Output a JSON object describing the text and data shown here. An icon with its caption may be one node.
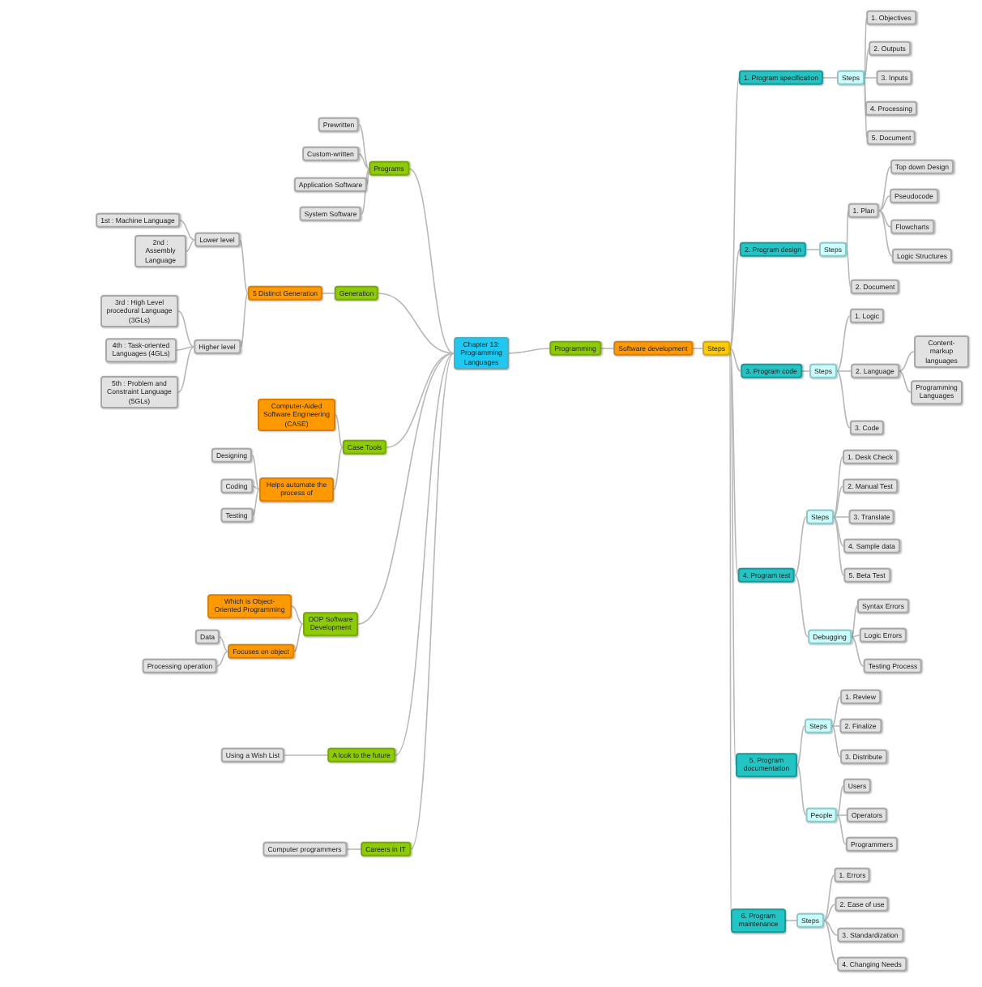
{
  "diagram": {
    "nodes": [
      {
        "text": [
          "Chapter 13: Programming Languages"
        ]
      },
      {
        "text": [
          "Programming"
        ]
      },
      {
        "text": [
          "Software development"
        ]
      },
      {
        "text": [
          "Steps"
        ]
      },
      {
        "text": [
          "1. Program specification"
        ]
      },
      {
        "text": [
          "Steps"
        ]
      },
      {
        "text": [
          "1. Objectives"
        ]
      },
      {
        "text": [
          "2. Outputs"
        ]
      },
      {
        "text": [
          "3. Inputs"
        ]
      },
      {
        "text": [
          "4. Processing"
        ]
      },
      {
        "text": [
          "5. Document"
        ]
      },
      {
        "text": [
          "2. Program design"
        ]
      },
      {
        "text": [
          "Steps"
        ]
      },
      {
        "text": [
          "1. Plan"
        ]
      },
      {
        "text": [
          "Top down Design"
        ]
      },
      {
        "text": [
          "Pseudocode"
        ]
      },
      {
        "text": [
          "Flowcharts"
        ]
      },
      {
        "text": [
          "Logic Structures"
        ]
      },
      {
        "text": [
          "2. Document"
        ]
      },
      {
        "text": [
          "3. Program code"
        ]
      },
      {
        "text": [
          "Steps"
        ]
      },
      {
        "text": [
          "1. Logic"
        ]
      },
      {
        "text": [
          "2. Language"
        ]
      },
      {
        "text": [
          "Content-markup languages"
        ]
      },
      {
        "text": [
          "Programming Languages"
        ]
      },
      {
        "text": [
          "3. Code"
        ]
      },
      {
        "text": [
          "4. Program test"
        ]
      },
      {
        "text": [
          "Steps"
        ]
      },
      {
        "text": [
          "1. Desk Check"
        ]
      },
      {
        "text": [
          "2. Manual Test"
        ]
      },
      {
        "text": [
          "3. Translate"
        ]
      },
      {
        "text": [
          "4. Sample data"
        ]
      },
      {
        "text": [
          "5. Beta Test"
        ]
      },
      {
        "text": [
          "Debugging"
        ]
      },
      {
        "text": [
          "Syntax Errors"
        ]
      },
      {
        "text": [
          "Logic Errors"
        ]
      },
      {
        "text": [
          "Testing Process"
        ]
      },
      {
        "text": [
          "5. Program documentation"
        ]
      },
      {
        "text": [
          "Steps"
        ]
      },
      {
        "text": [
          "1. Review"
        ]
      },
      {
        "text": [
          "2. Finalize"
        ]
      },
      {
        "text": [
          "3. Distribute"
        ]
      },
      {
        "text": [
          "People"
        ]
      },
      {
        "text": [
          "Users"
        ]
      },
      {
        "text": [
          "Operators"
        ]
      },
      {
        "text": [
          "Programmers"
        ]
      },
      {
        "text": [
          "6. Program maintenance"
        ]
      },
      {
        "text": [
          "Steps"
        ]
      },
      {
        "text": [
          "1. Errors"
        ]
      },
      {
        "text": [
          "2. Ease of use"
        ]
      },
      {
        "text": [
          "3. Standardization"
        ]
      },
      {
        "text": [
          "4. Changing Needs"
        ]
      },
      {
        "text": [
          "Programs"
        ]
      },
      {
        "text": [
          "Prewritten"
        ]
      },
      {
        "text": [
          "Custom-written"
        ]
      },
      {
        "text": [
          "Application Software"
        ]
      },
      {
        "text": [
          "System Software"
        ]
      },
      {
        "text": [
          "Generation"
        ]
      },
      {
        "text": [
          "5 Distinct Generation"
        ]
      },
      {
        "text": [
          "Lower level"
        ]
      },
      {
        "text": [
          "1st : Machine Language"
        ]
      },
      {
        "text": [
          "2nd : Assembly Language"
        ]
      },
      {
        "text": [
          "Higher level"
        ]
      },
      {
        "text": [
          "3rd : High Level procedural Language (3GLs)"
        ]
      },
      {
        "text": [
          "4th : Task-oriented Languages (4GLs)"
        ]
      },
      {
        "text": [
          "5th : Problem and Constraint Language (5GLs)"
        ]
      },
      {
        "text": [
          "Case Tools"
        ]
      },
      {
        "text": [
          "Computer-Aided Software Engineering (CASE)"
        ]
      },
      {
        "text": [
          "Helps automate the process of"
        ]
      },
      {
        "text": [
          "Designing"
        ]
      },
      {
        "text": [
          "Coding"
        ]
      },
      {
        "text": [
          "Testing"
        ]
      },
      {
        "text": [
          "OOP Software Development"
        ]
      },
      {
        "text": [
          "Which is Object-Oriented Programming"
        ]
      },
      {
        "text": [
          "Focuses on object"
        ]
      },
      {
        "text": [
          "Data"
        ]
      },
      {
        "text": [
          "Processing operation"
        ]
      },
      {
        "text": [
          "A look to the future"
        ]
      },
      {
        "text": [
          "Using a Wish List"
        ]
      },
      {
        "text": [
          "Careers in IT"
        ]
      },
      {
        "text": [
          "Computer programmers"
        ]
      }
    ],
    "edges": [
      {
        "from": 0,
        "to": 1,
        "arrow": "none"
      },
      {
        "from": 1,
        "to": 2,
        "arrow": "none"
      },
      {
        "from": 2,
        "to": 3,
        "arrow": "none"
      },
      {
        "from": 3,
        "to": 4,
        "arrow": "none"
      },
      {
        "from": 4,
        "to": 5,
        "arrow": "none"
      },
      {
        "from": 5,
        "to": 6,
        "arrow": "none"
      },
      {
        "from": 5,
        "to": 7,
        "arrow": "none"
      },
      {
        "from": 5,
        "to": 8,
        "arrow": "none"
      },
      {
        "from": 5,
        "to": 9,
        "arrow": "none"
      },
      {
        "from": 5,
        "to": 10,
        "arrow": "none"
      },
      {
        "from": 3,
        "to": 11,
        "arrow": "none"
      },
      {
        "from": 11,
        "to": 12,
        "arrow": "none"
      },
      {
        "from": 12,
        "to": 13,
        "arrow": "none"
      },
      {
        "from": 13,
        "to": 14,
        "arrow": "none"
      },
      {
        "from": 13,
        "to": 15,
        "arrow": "none"
      },
      {
        "from": 13,
        "to": 16,
        "arrow": "none"
      },
      {
        "from": 13,
        "to": 17,
        "arrow": "none"
      },
      {
        "from": 12,
        "to": 18,
        "arrow": "none"
      },
      {
        "from": 3,
        "to": 19,
        "arrow": "none"
      },
      {
        "from": 19,
        "to": 20,
        "arrow": "none"
      },
      {
        "from": 20,
        "to": 21,
        "arrow": "none"
      },
      {
        "from": 20,
        "to": 22,
        "arrow": "none"
      },
      {
        "from": 22,
        "to": 23,
        "arrow": "none"
      },
      {
        "from": 22,
        "to": 24,
        "arrow": "none"
      },
      {
        "from": 20,
        "to": 25,
        "arrow": "none"
      },
      {
        "from": 3,
        "to": 26,
        "arrow": "none"
      },
      {
        "from": 26,
        "to": 27,
        "arrow": "none"
      },
      {
        "from": 27,
        "to": 28,
        "arrow": "none"
      },
      {
        "from": 27,
        "to": 29,
        "arrow": "none"
      },
      {
        "from": 27,
        "to": 30,
        "arrow": "none"
      },
      {
        "from": 27,
        "to": 31,
        "arrow": "none"
      },
      {
        "from": 27,
        "to": 32,
        "arrow": "none"
      },
      {
        "from": 26,
        "to": 33,
        "arrow": "none"
      },
      {
        "from": 33,
        "to": 34,
        "arrow": "none"
      },
      {
        "from": 33,
        "to": 35,
        "arrow": "none"
      },
      {
        "from": 33,
        "to": 36,
        "arrow": "none"
      },
      {
        "from": 3,
        "to": 37,
        "arrow": "none"
      },
      {
        "from": 37,
        "to": 38,
        "arrow": "none"
      },
      {
        "from": 38,
        "to": 39,
        "arrow": "none"
      },
      {
        "from": 38,
        "to": 40,
        "arrow": "none"
      },
      {
        "from": 38,
        "to": 41,
        "arrow": "none"
      },
      {
        "from": 37,
        "to": 42,
        "arrow": "none"
      },
      {
        "from": 42,
        "to": 43,
        "arrow": "none"
      },
      {
        "from": 42,
        "to": 44,
        "arrow": "none"
      },
      {
        "from": 42,
        "to": 45,
        "arrow": "none"
      },
      {
        "from": 3,
        "to": 46,
        "arrow": "none"
      },
      {
        "from": 46,
        "to": 47,
        "arrow": "none"
      },
      {
        "from": 47,
        "to": 48,
        "arrow": "none"
      },
      {
        "from": 47,
        "to": 49,
        "arrow": "none"
      },
      {
        "from": 47,
        "to": 50,
        "arrow": "none"
      },
      {
        "from": 47,
        "to": 51,
        "arrow": "none"
      },
      {
        "from": 0,
        "to": 52,
        "arrow": "none"
      },
      {
        "from": 52,
        "to": 53,
        "arrow": "none"
      },
      {
        "from": 52,
        "to": 54,
        "arrow": "none"
      },
      {
        "from": 52,
        "to": 55,
        "arrow": "none"
      },
      {
        "from": 52,
        "to": 56,
        "arrow": "none"
      },
      {
        "from": 0,
        "to": 57,
        "arrow": "none"
      },
      {
        "from": 57,
        "to": 58,
        "arrow": "none"
      },
      {
        "from": 58,
        "to": 59,
        "arrow": "none"
      },
      {
        "from": 59,
        "to": 60,
        "arrow": "none"
      },
      {
        "from": 59,
        "to": 61,
        "arrow": "none"
      },
      {
        "from": 58,
        "to": 62,
        "arrow": "none"
      },
      {
        "from": 62,
        "to": 63,
        "arrow": "none"
      },
      {
        "from": 62,
        "to": 64,
        "arrow": "none"
      },
      {
        "from": 62,
        "to": 65,
        "arrow": "none"
      },
      {
        "from": 0,
        "to": 66,
        "arrow": "none"
      },
      {
        "from": 66,
        "to": 67,
        "arrow": "none"
      },
      {
        "from": 66,
        "to": 68,
        "arrow": "none"
      },
      {
        "from": 68,
        "to": 69,
        "arrow": "none"
      },
      {
        "from": 68,
        "to": 70,
        "arrow": "none"
      },
      {
        "from": 68,
        "to": 71,
        "arrow": "none"
      },
      {
        "from": 0,
        "to": 72,
        "arrow": "none"
      },
      {
        "from": 72,
        "to": 73,
        "arrow": "none"
      },
      {
        "from": 72,
        "to": 74,
        "arrow": "none"
      },
      {
        "from": 74,
        "to": 75,
        "arrow": "none"
      },
      {
        "from": 74,
        "to": 76,
        "arrow": "none"
      },
      {
        "from": 0,
        "to": 77,
        "arrow": "none"
      },
      {
        "from": 77,
        "to": 78,
        "arrow": "none"
      },
      {
        "from": 0,
        "to": 79,
        "arrow": "none"
      },
      {
        "from": 79,
        "to": 80,
        "arrow": "none"
      }
    ]
  }
}
